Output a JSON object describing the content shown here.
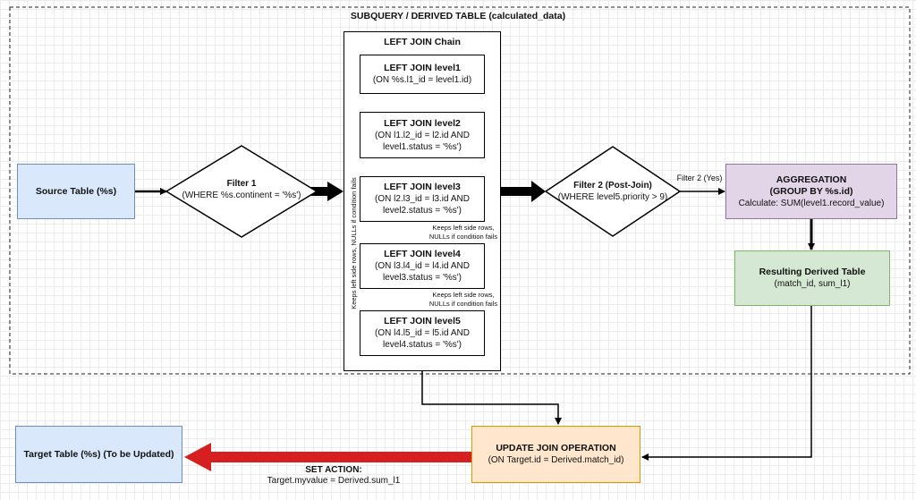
{
  "container": {
    "title": "SUBQUERY / DERIVED TABLE (calculated_data)"
  },
  "chain": {
    "title": "LEFT JOIN Chain"
  },
  "source": {
    "label": "Source Table (%s)"
  },
  "filter1": {
    "title": "Filter 1",
    "condition": "(WHERE %s.continent = '%s')"
  },
  "joins": [
    {
      "title": "LEFT JOIN level1",
      "lines": [
        "(ON %s.l1_id = level1.id)"
      ]
    },
    {
      "title": "LEFT JOIN level2",
      "lines": [
        "(ON l1.l2_id = l2.id AND",
        "level1.status = '%s')"
      ]
    },
    {
      "title": "LEFT JOIN level3",
      "lines": [
        "(ON l2.l3_id = l3.id AND",
        "level2.status = '%s')"
      ]
    },
    {
      "title": "LEFT JOIN level4",
      "lines": [
        "(ON l3.l4_id = l4.id AND",
        "level3.status = '%s')"
      ]
    },
    {
      "title": "LEFT JOIN level5",
      "lines": [
        "(ON l4.l5_id = l5.id AND",
        "level4.status = '%s')"
      ]
    }
  ],
  "notes": {
    "keeps_line1": "Keeps left side rows,",
    "keeps_line2": "NULLs if condition fails",
    "vertical": "Keeps left side rows, NULLs if condition fails"
  },
  "filter2": {
    "title": "Filter 2 (Post-Join)",
    "condition": "(WHERE level5.priority > 9)",
    "edge_label": "Filter 2 (Yes)"
  },
  "aggregation": {
    "title1": "AGGREGATION",
    "title2": "(GROUP BY %s.id)",
    "calc": "Calculate: SUM(level1.record_value)"
  },
  "derived": {
    "title": "Resulting Derived Table",
    "cols": "(match_id, sum_l1)"
  },
  "update": {
    "title": "UPDATE JOIN OPERATION",
    "on": "(ON Target.id = Derived.match_id)"
  },
  "target": {
    "label": "Target Table (%s) (To be Updated)"
  },
  "set_action": {
    "title": "SET ACTION:",
    "expr": "Target.myvalue = Derived.sum_l1"
  },
  "colors": {
    "blue": "#dae8fc",
    "purple": "#e1d5e7",
    "green": "#d5e8d4",
    "orange": "#ffe6cc",
    "red_arrow": "#d61f1f"
  }
}
